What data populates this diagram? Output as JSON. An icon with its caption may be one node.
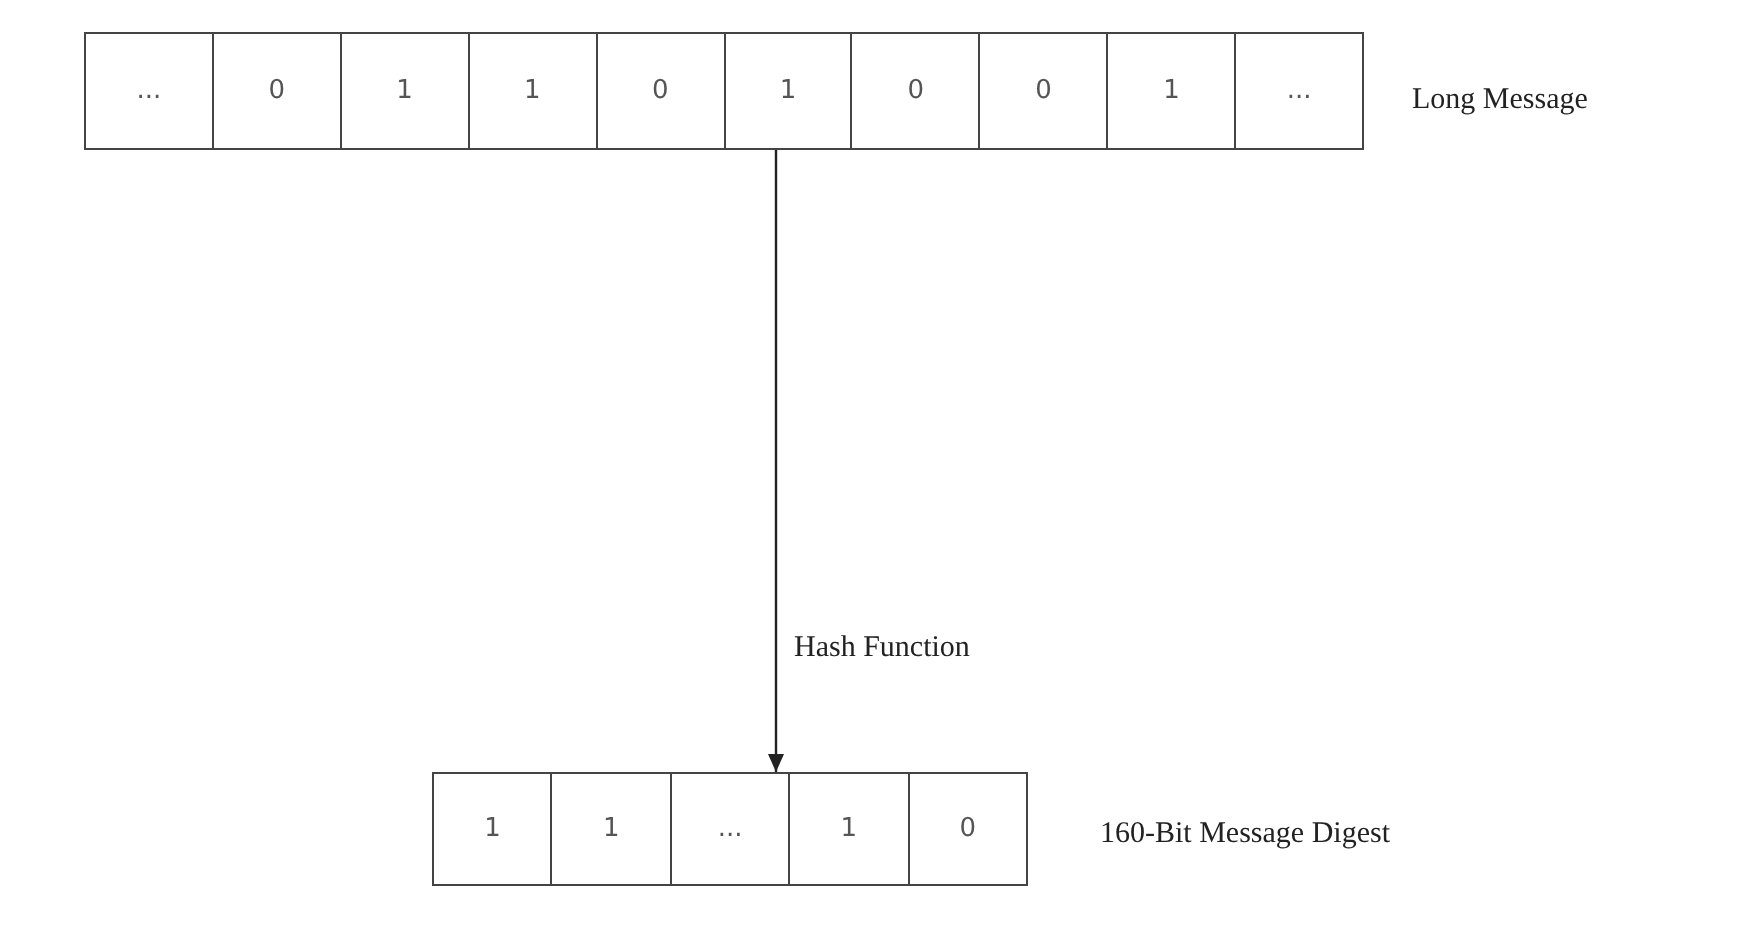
{
  "diagram": {
    "nodes": [
      {
        "text": [],
        "shape": "box",
        "beside": [
          "Long Message"
        ]
      },
      {
        "text": [
          "..."
        ],
        "in": 0
      },
      {
        "text": [
          "0"
        ],
        "in": 0
      },
      {
        "text": [
          "1"
        ],
        "in": 0
      },
      {
        "text": [
          "1"
        ],
        "in": 0
      },
      {
        "text": [
          "0"
        ],
        "in": 0
      },
      {
        "text": [
          "1"
        ],
        "in": 0
      },
      {
        "text": [
          "0"
        ],
        "in": 0
      },
      {
        "text": [
          "0"
        ],
        "in": 0
      },
      {
        "text": [
          "1"
        ],
        "in": 0
      },
      {
        "text": [
          "..."
        ],
        "in": 0
      },
      {
        "text": [],
        "shape": "box",
        "beside": [
          "160-Bit Message Digest"
        ]
      },
      {
        "text": [
          "1"
        ],
        "in": 11
      },
      {
        "text": [
          "1"
        ],
        "in": 11
      },
      {
        "text": [
          "..."
        ],
        "in": 11
      },
      {
        "text": [
          "1"
        ],
        "in": 11
      },
      {
        "text": [
          "0"
        ],
        "in": 11
      }
    ],
    "edges": [
      {
        "from": 0,
        "to": 11,
        "arrow": "to",
        "label": "Hash Function"
      }
    ]
  }
}
